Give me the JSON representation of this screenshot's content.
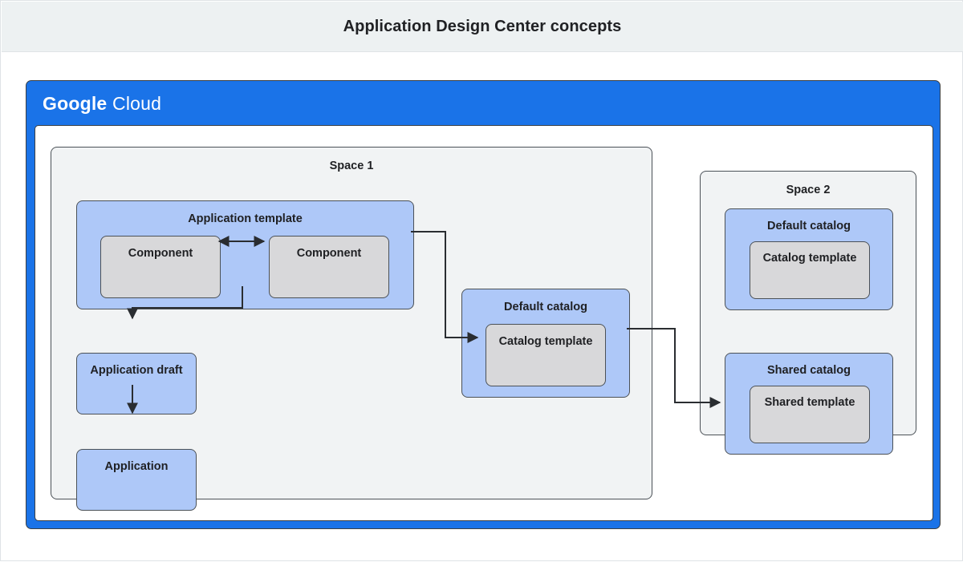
{
  "caption": {
    "title": "Application Design Center concepts"
  },
  "cloud": {
    "brand_primary": "Google",
    "brand_secondary": "Cloud",
    "band_color": "#1a73e8"
  },
  "colors": {
    "blue_fill": "#aec8f8",
    "gray_fill": "#d8d8da",
    "space_fill": "#f1f3f4",
    "stroke": "#4b5157",
    "text": "#202124",
    "caption_bar": "#edf1f2"
  },
  "space1": {
    "title": "Space 1",
    "application_template": {
      "label": "Application template",
      "components": [
        {
          "label": "Component"
        },
        {
          "label": "Component"
        }
      ]
    },
    "application_draft": {
      "label": "Application draft"
    },
    "application": {
      "label": "Application"
    },
    "default_catalog": {
      "label": "Default catalog",
      "template": {
        "label": "Catalog template"
      }
    }
  },
  "space2": {
    "title": "Space 2",
    "default_catalog": {
      "label": "Default catalog",
      "template": {
        "label": "Catalog template"
      }
    },
    "shared_catalog": {
      "label": "Shared catalog",
      "template": {
        "label": "Shared template"
      }
    }
  },
  "connectors": [
    {
      "name": "component-to-component",
      "type": "bidirectional"
    },
    {
      "name": "application-template-to-application-draft",
      "type": "arrow"
    },
    {
      "name": "application-draft-to-application",
      "type": "arrow"
    },
    {
      "name": "application-template-to-default-catalog-template",
      "type": "arrow"
    },
    {
      "name": "default-catalog-to-shared-catalog",
      "type": "arrow"
    }
  ]
}
